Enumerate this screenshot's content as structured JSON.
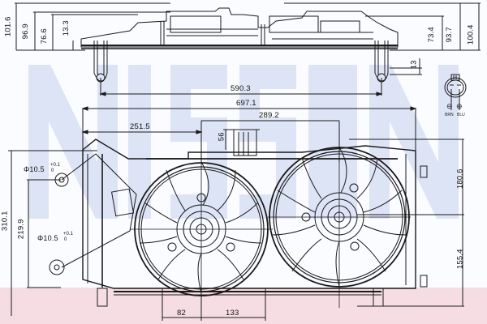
{
  "diagram": {
    "subject": "Dual radiator cooling fan assembly technical drawing",
    "watermark": "NISSENS",
    "views": [
      "top-view",
      "front-view",
      "connector-detail"
    ]
  },
  "dimensions": {
    "top": {
      "h_101_6": "101.6",
      "h_96_9": "96.9",
      "h_76_6": "76.6",
      "h_13_3": "13.3",
      "h_73_4": "73.4",
      "h_93_7": "93.7",
      "h_100_4": "100.4",
      "h_13": "13",
      "w_590_3": "590.3"
    },
    "front": {
      "w_697_1": "697.1",
      "w_289_2": "289.2",
      "w_251_5": "251.5",
      "h_56": "56",
      "h_310_1": "310.1",
      "h_219_9": "219.9",
      "hole_top": "Φ10.5",
      "hole_top_tol_plus": "+0.1",
      "hole_top_tol_minus": "0",
      "hole_bottom": "Φ10.5",
      "hole_bottom_tol_plus": "+0.1",
      "hole_bottom_tol_minus": "0",
      "h_180_6": "180.6",
      "h_155_4": "155.4",
      "w_82": "82",
      "w_133": "133"
    }
  },
  "connector": {
    "neg_symbol": "⊖",
    "pos_symbol": "⊕",
    "neg_label": "BRN",
    "pos_label": "BLU"
  },
  "colors": {
    "line": "#1a1a1a",
    "watermark": "#c9d4ef",
    "band": "#f6dde4",
    "background": "#fbfcff"
  }
}
